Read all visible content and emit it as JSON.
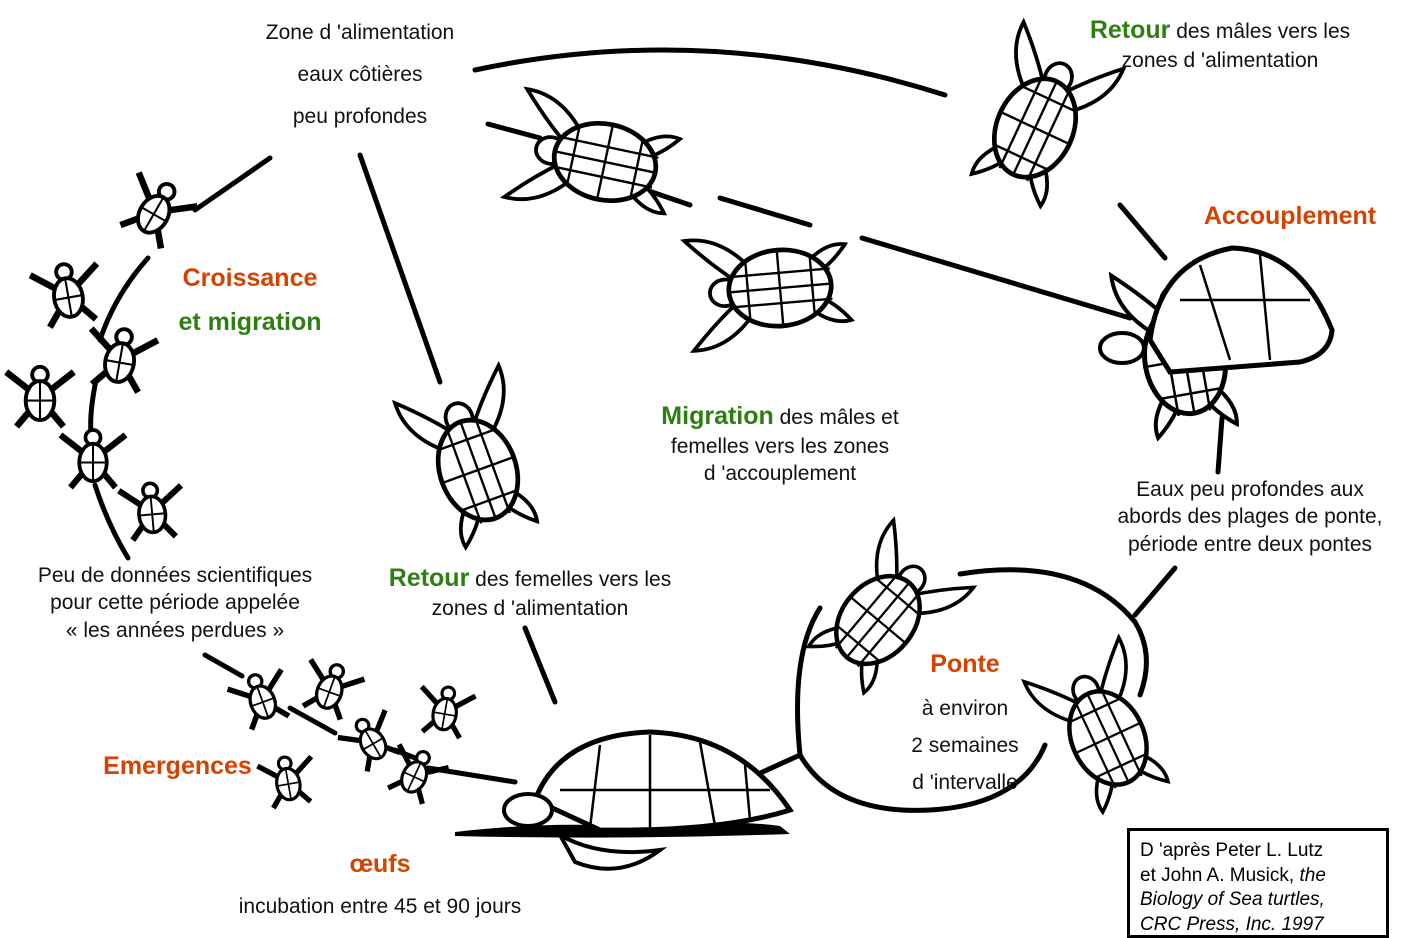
{
  "labels": {
    "feeding_zone": [
      "Zone d 'alimentation",
      "eaux côtières",
      "peu profondes"
    ],
    "return_males": [
      "Retour",
      " des mâles vers les",
      "zones d 'alimentation"
    ],
    "mating": "Accouplement",
    "growth": [
      "Croissance",
      "et migration"
    ],
    "migration": [
      "Migration",
      " des mâles et",
      "femelles vers les zones",
      "d 'accouplement"
    ],
    "shallow_waters": [
      "Eaux peu profondes aux",
      "abords des plages de ponte,",
      "période entre deux pontes"
    ],
    "lost_years": [
      "Peu de données scientifiques",
      "pour cette période appelée",
      "« les années perdues »"
    ],
    "return_females": [
      "Retour",
      " des femelles vers les",
      "zones d 'alimentation"
    ],
    "nesting": [
      "Ponte",
      "à environ",
      "2 semaines",
      "d 'intervalle"
    ],
    "emergences": "Emergences",
    "eggs": [
      "œufs",
      "incubation entre 45 et 90 jours"
    ]
  },
  "citation": [
    "D 'après Peter L. Lutz",
    "et John A. Musick, ",
    "the",
    "Biology of Sea turtles,",
    "CRC Press, Inc. 1997"
  ],
  "colors": {
    "highlight_red": "#d64200",
    "highlight_green": "#2e7f12",
    "ink": "#111111"
  },
  "icons": [
    "sea-turtle-icon",
    "hatchling-icon",
    "mating-turtles-icon",
    "nesting-turtle-icon"
  ]
}
